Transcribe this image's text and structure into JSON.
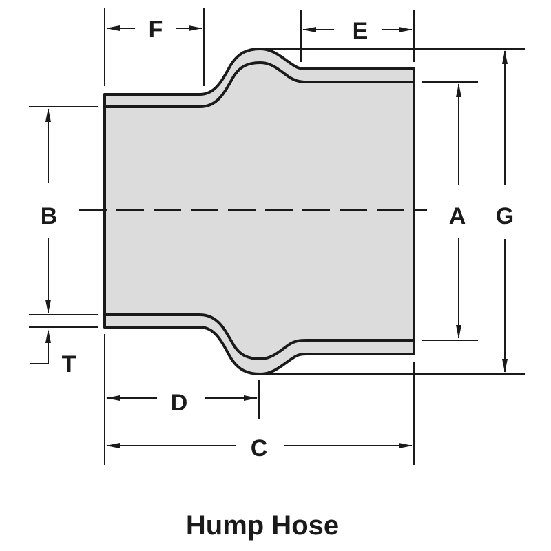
{
  "diagram": {
    "title": "Hump Hose",
    "colors": {
      "fill": "#dcdcdc",
      "stroke": "#1a1a1a",
      "background": "#ffffff"
    },
    "dimensions": {
      "A": "A",
      "B": "B",
      "C": "C",
      "D": "D",
      "E": "E",
      "F": "F",
      "G": "G",
      "T": "T"
    }
  }
}
